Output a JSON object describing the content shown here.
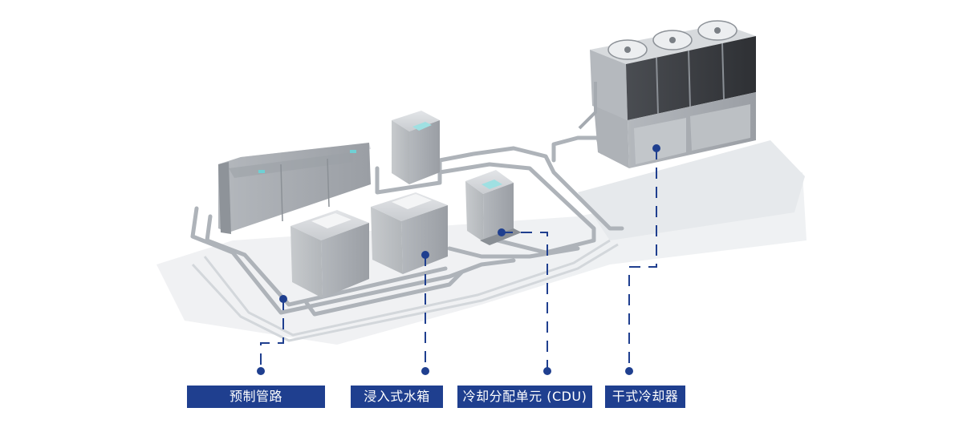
{
  "labels": {
    "pipes": "预制管路",
    "tanks": "浸入式水箱",
    "cdu": "冷却分配单元 (CDU)",
    "dry_cooler": "干式冷却器"
  },
  "colors": {
    "accent_blue": "#1f3f8f",
    "metal_light": "#cfd2d6",
    "metal_mid": "#a9adb3",
    "metal_dark": "#7d8288",
    "pipe": "#b9bec4",
    "shadow": "#e8ebee",
    "screen": "#9fe0e2"
  }
}
